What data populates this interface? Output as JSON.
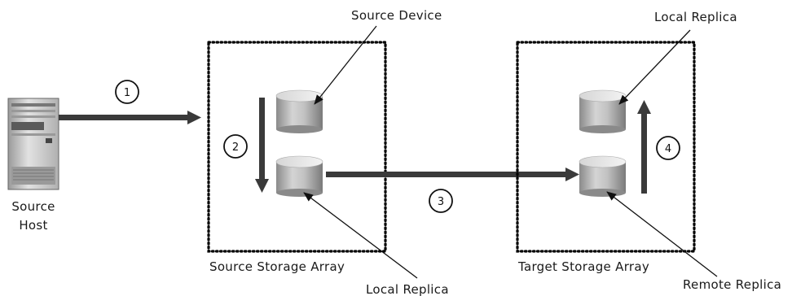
{
  "source_host": {
    "label_line1": "Source",
    "label_line2": "Host"
  },
  "source_array": {
    "label": "Source Storage Array",
    "source_device_label": "Source Device",
    "local_replica_label": "Local Replica"
  },
  "target_array": {
    "label": "Target Storage Array",
    "local_replica_label": "Local Replica",
    "remote_replica_label": "Remote Replica"
  },
  "steps": [
    "1",
    "2",
    "3",
    "4"
  ]
}
